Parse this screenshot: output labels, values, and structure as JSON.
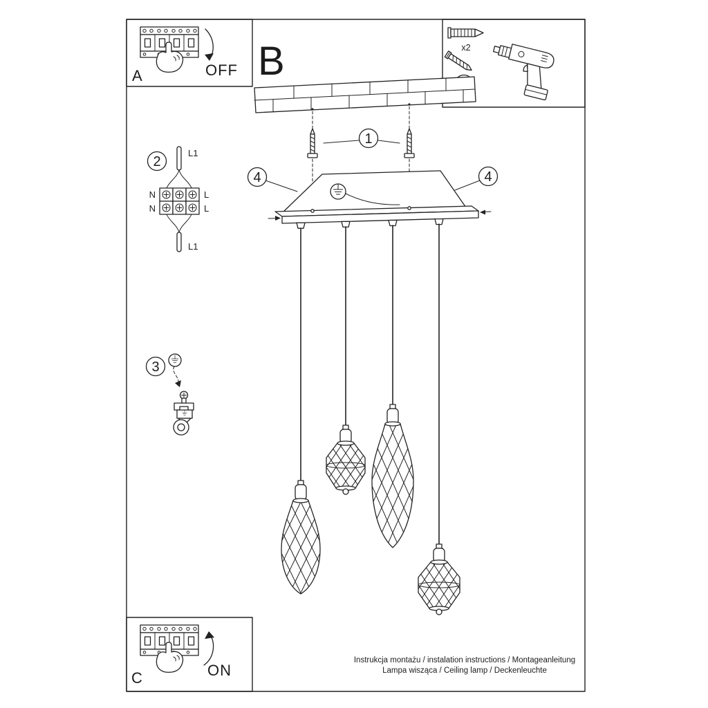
{
  "doc": {
    "footer_line1": "Instrukcja montażu / instalation instructions / Montageanleitung",
    "footer_line2": "Lampa wisząca / Ceiling lamp / Deckenleuchte"
  },
  "panel_a": {
    "label": "A",
    "action": "OFF"
  },
  "panel_b": {
    "label": "B"
  },
  "panel_c": {
    "label": "C",
    "action": "ON"
  },
  "parts_panel": {
    "step": "1",
    "quantity": "x2"
  },
  "wiring_panel": {
    "step": "2",
    "top_cable": "L1",
    "row1_left": "N",
    "row1_right": "L",
    "row2_left": "N",
    "row2_right": "L",
    "bottom_cable": "L1"
  },
  "ground_panel": {
    "step": "3"
  },
  "callouts": {
    "screws": "1",
    "bracket_left": "4",
    "bracket_right": "4"
  }
}
